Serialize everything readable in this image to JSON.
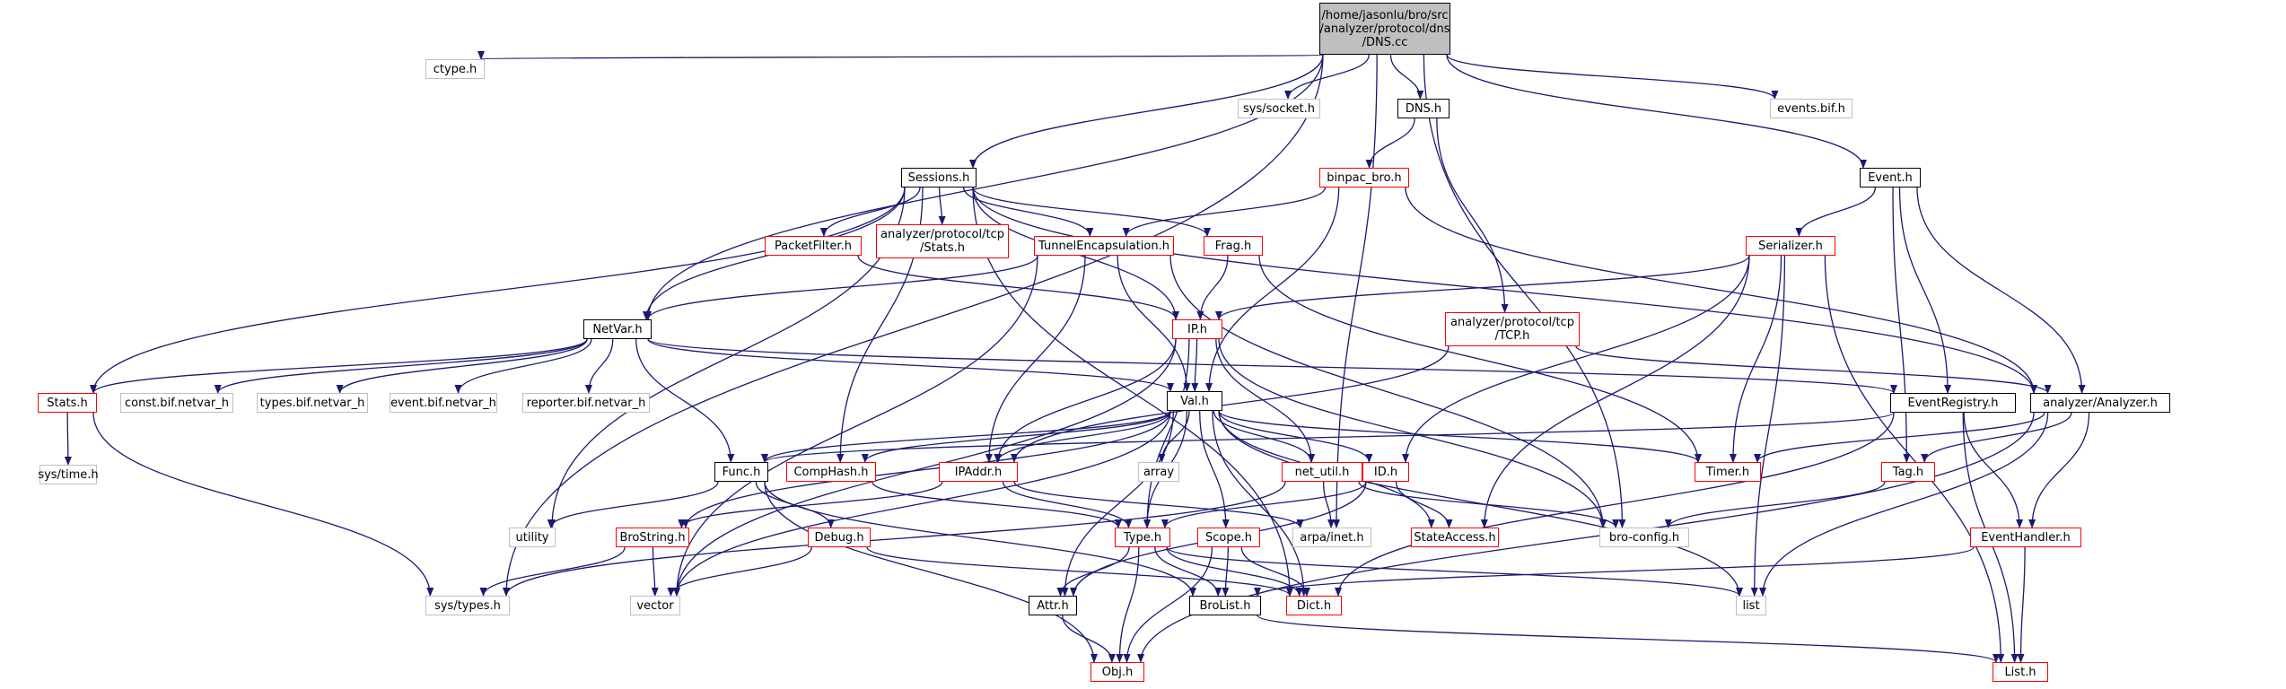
{
  "diagram": {
    "type": "include-dependency-graph",
    "colors": {
      "edge": "#191970",
      "normal_border": "#000000",
      "truncated_border": "#ff0000",
      "external_border": "#bfbfbf",
      "root_fill": "#bfbfbf"
    },
    "nodes": {
      "root": "/home/jasonlu/bro/src\n/analyzer/protocol/dns\n/DNS.cc",
      "ctype": "ctype.h",
      "syssocket": "sys/socket.h",
      "dnsh": "DNS.h",
      "eventsbif": "events.bif.h",
      "sessions": "Sessions.h",
      "binpac": "binpac_bro.h",
      "event": "Event.h",
      "packetfilter": "PacketFilter.h",
      "tcpstats": "analyzer/protocol/tcp\n/Stats.h",
      "tunnel": "TunnelEncapsulation.h",
      "frag": "Frag.h",
      "serializer": "Serializer.h",
      "netvar": "NetVar.h",
      "iph": "IP.h",
      "tcph": "analyzer/protocol/tcp\n/TCP.h",
      "stats": "Stats.h",
      "constbif": "const.bif.netvar_h",
      "typesbif": "types.bif.netvar_h",
      "eventbif": "event.bif.netvar_h",
      "reporterbif": "reporter.bif.netvar_h",
      "valh": "Val.h",
      "eventregistry": "EventRegistry.h",
      "analyzer": "analyzer/Analyzer.h",
      "systime": "sys/time.h",
      "funch": "Func.h",
      "comphash": "CompHash.h",
      "ipaddr": "IPAddr.h",
      "array": "array",
      "netutil": "net_util.h",
      "idh": "ID.h",
      "timer": "Timer.h",
      "tag": "Tag.h",
      "utility": "utility",
      "brostring": "BroString.h",
      "debug": "Debug.h",
      "typeh": "Type.h",
      "scope": "Scope.h",
      "arpa": "arpa/inet.h",
      "stateaccess": "StateAccess.h",
      "broconfig": "bro-config.h",
      "eventhandler": "EventHandler.h",
      "systypes": "sys/types.h",
      "vector": "vector",
      "attr": "Attr.h",
      "brolist": "BroList.h",
      "dict": "Dict.h",
      "list": "list",
      "obj": "Obj.h",
      "listh": "List.h"
    },
    "edges": [
      [
        "root",
        "ctype"
      ],
      [
        "root",
        "syssocket"
      ],
      [
        "root",
        "dnsh"
      ],
      [
        "root",
        "eventsbif"
      ],
      [
        "root",
        "sessions"
      ],
      [
        "root",
        "event"
      ],
      [
        "root",
        "netvar"
      ],
      [
        "root",
        "systypes"
      ],
      [
        "root",
        "arpa"
      ],
      [
        "root",
        "broconfig"
      ],
      [
        "sessions",
        "packetfilter"
      ],
      [
        "sessions",
        "tcpstats"
      ],
      [
        "sessions",
        "tunnel"
      ],
      [
        "sessions",
        "frag"
      ],
      [
        "sessions",
        "netvar"
      ],
      [
        "sessions",
        "stats"
      ],
      [
        "sessions",
        "iph"
      ],
      [
        "sessions",
        "comphash"
      ],
      [
        "sessions",
        "utility"
      ],
      [
        "sessions",
        "analyzer"
      ],
      [
        "sessions",
        "dict"
      ],
      [
        "dnsh",
        "binpac"
      ],
      [
        "dnsh",
        "tcph"
      ],
      [
        "binpac",
        "tunnel"
      ],
      [
        "binpac",
        "analyzer"
      ],
      [
        "binpac",
        "valh"
      ],
      [
        "event",
        "serializer"
      ],
      [
        "event",
        "eventregistry"
      ],
      [
        "event",
        "analyzer"
      ],
      [
        "event",
        "tag"
      ],
      [
        "packetfilter",
        "iph"
      ],
      [
        "tunnel",
        "netvar"
      ],
      [
        "tunnel",
        "valh"
      ],
      [
        "tunnel",
        "ipaddr"
      ],
      [
        "tunnel",
        "vector"
      ],
      [
        "tunnel",
        "broconfig"
      ],
      [
        "frag",
        "iph"
      ],
      [
        "frag",
        "timer"
      ],
      [
        "serializer",
        "iph"
      ],
      [
        "serializer",
        "timer"
      ],
      [
        "serializer",
        "idh"
      ],
      [
        "serializer",
        "stateaccess"
      ],
      [
        "serializer",
        "listh"
      ],
      [
        "serializer",
        "list"
      ],
      [
        "netvar",
        "stats"
      ],
      [
        "netvar",
        "constbif"
      ],
      [
        "netvar",
        "typesbif"
      ],
      [
        "netvar",
        "eventbif"
      ],
      [
        "netvar",
        "reporterbif"
      ],
      [
        "netvar",
        "valh"
      ],
      [
        "netvar",
        "funch"
      ],
      [
        "netvar",
        "eventregistry"
      ],
      [
        "iph",
        "valh"
      ],
      [
        "iph",
        "ipaddr"
      ],
      [
        "iph",
        "netutil"
      ],
      [
        "iph",
        "typeh"
      ],
      [
        "iph",
        "vector"
      ],
      [
        "iph",
        "broconfig"
      ],
      [
        "tcph",
        "ipaddr"
      ],
      [
        "tcph",
        "analyzer"
      ],
      [
        "stats",
        "systime"
      ],
      [
        "stats",
        "systypes"
      ],
      [
        "valh",
        "comphash"
      ],
      [
        "valh",
        "ipaddr"
      ],
      [
        "valh",
        "array"
      ],
      [
        "valh",
        "netutil"
      ],
      [
        "valh",
        "idh"
      ],
      [
        "valh",
        "timer"
      ],
      [
        "valh",
        "stateaccess"
      ],
      [
        "valh",
        "scope"
      ],
      [
        "valh",
        "typeh"
      ],
      [
        "valh",
        "attr"
      ],
      [
        "valh",
        "dict"
      ],
      [
        "valh",
        "list"
      ],
      [
        "valh",
        "brostring"
      ],
      [
        "valh",
        "vector"
      ],
      [
        "valh",
        "funch"
      ],
      [
        "eventregistry",
        "funch"
      ],
      [
        "eventregistry",
        "eventhandler"
      ],
      [
        "eventregistry",
        "dict"
      ],
      [
        "eventregistry",
        "listh"
      ],
      [
        "analyzer",
        "timer"
      ],
      [
        "analyzer",
        "tag"
      ],
      [
        "analyzer",
        "eventhandler"
      ],
      [
        "analyzer",
        "obj"
      ],
      [
        "analyzer",
        "list"
      ],
      [
        "funch",
        "utility"
      ],
      [
        "funch",
        "debug"
      ],
      [
        "funch",
        "obj"
      ],
      [
        "funch",
        "brolist"
      ],
      [
        "comphash",
        "typeh"
      ],
      [
        "ipaddr",
        "brostring"
      ],
      [
        "ipaddr",
        "typeh"
      ],
      [
        "ipaddr",
        "arpa"
      ],
      [
        "netutil",
        "arpa"
      ],
      [
        "netutil",
        "broconfig"
      ],
      [
        "netutil",
        "systypes"
      ],
      [
        "idh",
        "typeh"
      ],
      [
        "idh",
        "attr"
      ],
      [
        "idh",
        "stateaccess"
      ],
      [
        "tag",
        "broconfig"
      ],
      [
        "brostring",
        "systypes"
      ],
      [
        "brostring",
        "vector"
      ],
      [
        "debug",
        "vector"
      ],
      [
        "debug",
        "dict"
      ],
      [
        "typeh",
        "attr"
      ],
      [
        "typeh",
        "brolist"
      ],
      [
        "typeh",
        "dict"
      ],
      [
        "typeh",
        "obj"
      ],
      [
        "typeh",
        "list"
      ],
      [
        "scope",
        "brolist"
      ],
      [
        "scope",
        "dict"
      ],
      [
        "scope",
        "obj"
      ],
      [
        "eventhandler",
        "brolist"
      ],
      [
        "eventhandler",
        "listh"
      ],
      [
        "attr",
        "obj"
      ],
      [
        "brolist",
        "listh"
      ]
    ]
  }
}
